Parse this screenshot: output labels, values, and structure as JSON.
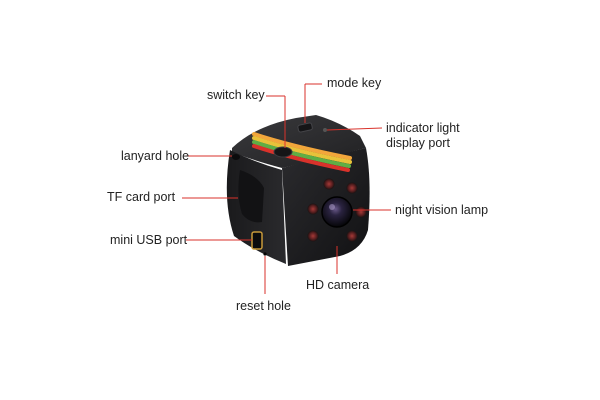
{
  "labels": {
    "switch_key": "switch key",
    "mode_key": "mode key",
    "indicator_light": "indicator light",
    "display_port": "display port",
    "lanyard_hole": "lanyard hole",
    "tf_card_port": "TF card port",
    "night_vision_lamp": "night vision lamp",
    "mini_usb_port": "mini USB port",
    "hd_camera": "HD camera",
    "reset_hole": "reset hole"
  },
  "colors": {
    "leader_line": "#d9322b",
    "body": "#1b1b1d",
    "stripe": [
      "#f2a63b",
      "#e8c23a",
      "#5fae45",
      "#d9322b"
    ]
  }
}
